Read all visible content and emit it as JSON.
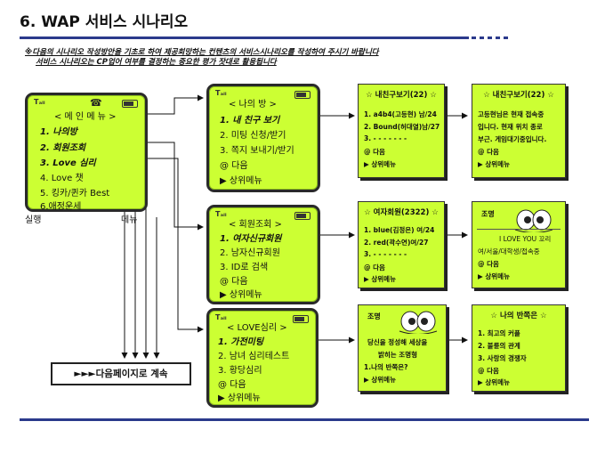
{
  "header": {
    "title": "6. WAP 서비스 시나리오",
    "subtitle_line1": "※다음의 시나리오 작성방안을 기초로 하여 제공희망하는 컨텐츠의 서비스시나리오를 작성하여 주시기 바랍니다",
    "subtitle_line2": "서비스 시나리오는 CP업어 여부를 결정하는 중요한 평가 잣대로 활용됩니다"
  },
  "main_menu": {
    "title": "< 메 인 메 뉴 >",
    "items": [
      "1. 나의방",
      "2. 회원조회",
      "3. Love 심리",
      "4. Love 챗",
      "5. 킹카/퀸카 Best",
      "6.애정운세"
    ],
    "softkey_left": "실행",
    "softkey_right": "메뉴"
  },
  "my_room": {
    "title": "< 나의 방 >",
    "items": [
      "1. 내 친구 보기",
      "2. 미팅 신청/받기",
      "3. 쪽지 보내기/받기",
      "@ 다음",
      "▶ 상위메뉴"
    ]
  },
  "member_search": {
    "title": "< 회원조회 >",
    "items": [
      "1. 여자신규회원",
      "2. 남자신규회원",
      "3. ID로 검색",
      "@ 다음",
      "▶ 상위메뉴"
    ]
  },
  "love_psych": {
    "title": "< LOVE심리 >",
    "items": [
      "1. 가전미팅",
      "2. 남녀 심리테스트",
      "3. 황당심리",
      "@ 다음",
      "▶ 상위메뉴"
    ]
  },
  "friends_panel": {
    "title": "☆ 내친구보기(22) ☆",
    "lines": [
      "1. a4b4(고등현) 남/24",
      "2. Bound(허대열)남/27",
      "3. - - - - - - -",
      "@ 다음",
      "▶ 상위메뉴"
    ]
  },
  "friend_detail_panel": {
    "title": "☆ 내친구보기(22) ☆",
    "lines": [
      "고등현님은 현재 접속중",
      "입니다. 현재 위치 종로",
      "부근. 게임대기중입니다.",
      "@ 다음",
      "▶ 상위메뉴"
    ]
  },
  "women_panel": {
    "title": "☆ 여자회원(2322) ☆",
    "lines": [
      "1. blue(김정은) 여/24",
      "2. red(곽수연)여/27",
      "3. - - - - - - -",
      "@ 다음",
      "▶ 상위메뉴"
    ]
  },
  "profile_panel": {
    "char_label": "조명",
    "lines": [
      "I LOVE YOU 꼬리",
      "여/서울/대학생/접속중",
      "@ 다음",
      "▶ 상위메뉴"
    ]
  },
  "psych_result_panel": {
    "char_label": "조명",
    "lines": [
      "당신을 정성해 세상을",
      "밝히는 조명형",
      "1.나의 반쪽은?",
      "▶ 상위메뉴"
    ]
  },
  "soulmate_panel": {
    "title": "☆ 나의 반쪽은 ☆",
    "lines": [
      "1. 최고의 커플",
      "2. 불륜의 관계",
      "3. 사랑의 경쟁자",
      "@ 다음",
      "▶ 상위메뉴"
    ]
  },
  "continue_label": "►►►다음페이지로 계속",
  "colors": {
    "screen": "#ccff33",
    "rule": "#2b3a8c",
    "ink": "#111111"
  },
  "icons": [
    "signal-icon",
    "battery-icon",
    "phone-icon",
    "smiley-character-icon",
    "arrow-icon"
  ]
}
